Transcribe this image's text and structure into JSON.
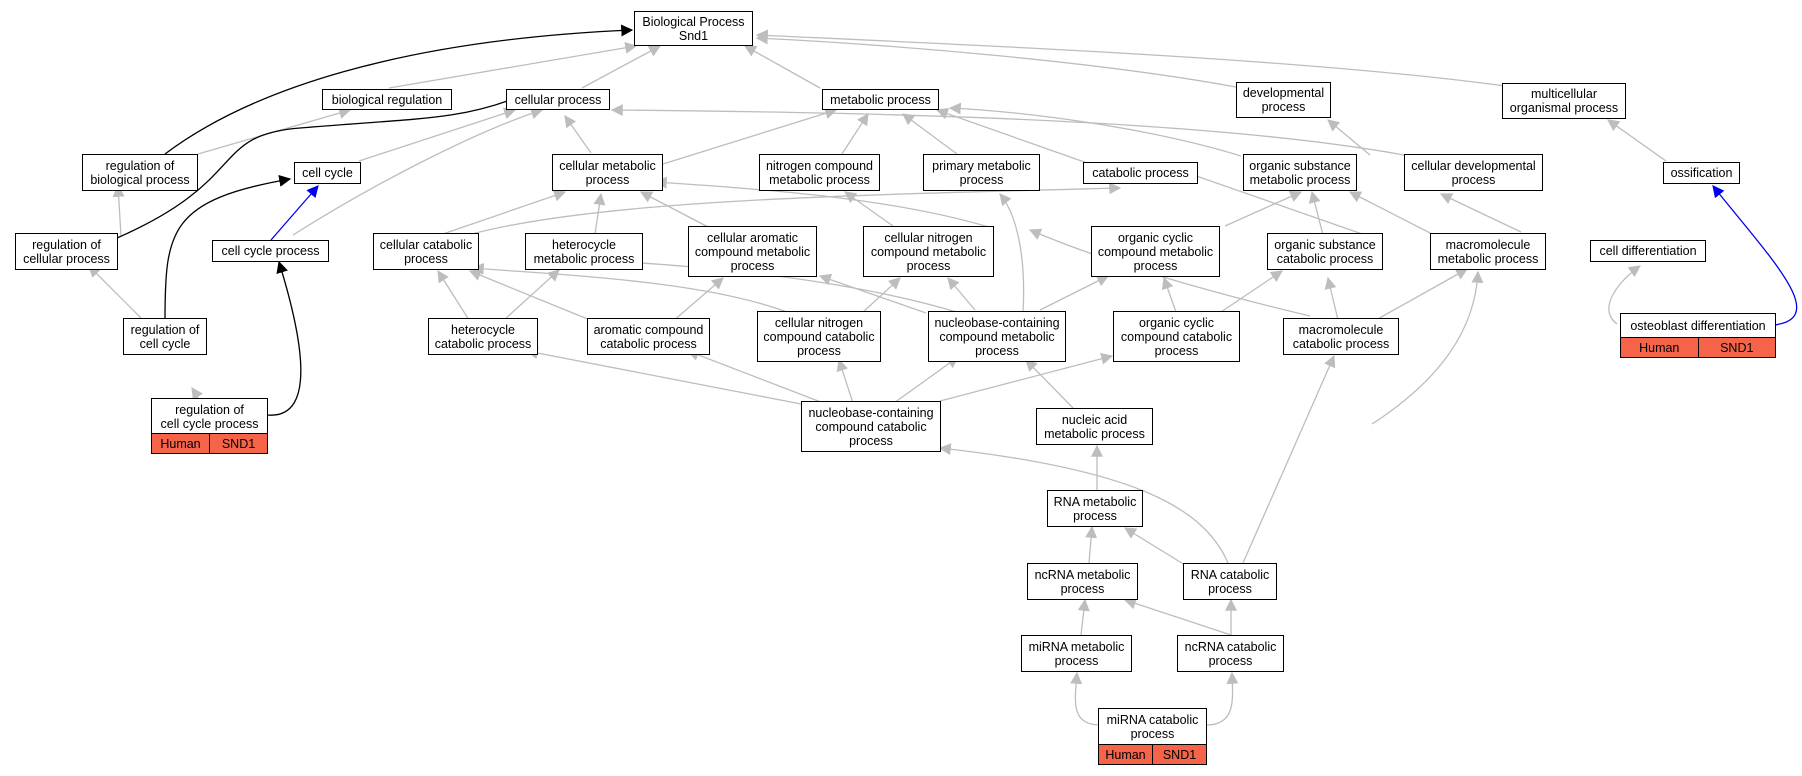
{
  "colors": {
    "edge": "#bdbdbd",
    "edge_dark": "#000000",
    "edge_blue": "#0000ee",
    "tag_fill": "#f56449"
  },
  "nodes": {
    "root": "Biological Process\nSnd1",
    "biological_regulation": "biological regulation",
    "cellular_process": "cellular process",
    "metabolic_process": "metabolic process",
    "developmental_process": "developmental\nprocess",
    "multicellular_organismal_process": "multicellular\norganismal process",
    "regulation_of_biological_process": "regulation of\nbiological process",
    "cell_cycle": "cell cycle",
    "cellular_metabolic_process": "cellular metabolic\nprocess",
    "nitrogen_compound_metabolic_process": "nitrogen compound\nmetabolic process",
    "primary_metabolic_process": "primary metabolic\nprocess",
    "catabolic_process": "catabolic process",
    "organic_substance_metabolic_process": "organic substance\nmetabolic process",
    "cellular_developmental_process": "cellular developmental\nprocess",
    "ossification": "ossification",
    "regulation_of_cellular_process": "regulation of\ncellular process",
    "cell_cycle_process": "cell cycle process",
    "cellular_catabolic_process": "cellular catabolic\nprocess",
    "heterocycle_metabolic_process": "heterocycle\nmetabolic process",
    "cellular_aromatic_compound_metabolic_process": "cellular aromatic\ncompound metabolic\nprocess",
    "cellular_nitrogen_compound_metabolic_process": "cellular nitrogen\ncompound metabolic\nprocess",
    "organic_cyclic_compound_metabolic_process": "organic cyclic\ncompound metabolic\nprocess",
    "organic_substance_catabolic_process": "organic substance\ncatabolic process",
    "macromolecule_metabolic_process": "macromolecule\nmetabolic process",
    "cell_differentiation": "cell differentiation",
    "regulation_of_cell_cycle": "regulation of\ncell cycle",
    "heterocycle_catabolic_process": "heterocycle\ncatabolic process",
    "aromatic_compound_catabolic_process": "aromatic compound\ncatabolic process",
    "cellular_nitrogen_compound_catabolic_process": "cellular nitrogen\ncompound catabolic\nprocess",
    "nucleobase_containing_compound_metabolic_process": "nucleobase-containing\ncompound metabolic\nprocess",
    "organic_cyclic_compound_catabolic_process": "organic cyclic\ncompound catabolic\nprocess",
    "macromolecule_catabolic_process": "macromolecule\ncatabolic process",
    "osteoblast_differentiation": "osteoblast differentiation",
    "regulation_of_cell_cycle_process": "regulation of\ncell cycle process",
    "nucleobase_containing_compound_catabolic_process": "nucleobase-containing\ncompound catabolic\nprocess",
    "nucleic_acid_metabolic_process": "nucleic acid\nmetabolic process",
    "rna_metabolic_process": "RNA metabolic\nprocess",
    "ncrna_metabolic_process": "ncRNA metabolic\nprocess",
    "rna_catabolic_process": "RNA catabolic\nprocess",
    "mirna_metabolic_process": "miRNA metabolic\nprocess",
    "ncrna_catabolic_process": "ncRNA catabolic\nprocess",
    "mirna_catabolic_process": "miRNA catabolic\nprocess"
  },
  "annotations": {
    "osteoblast_differentiation": {
      "species": "Human",
      "gene": "SND1"
    },
    "regulation_of_cell_cycle_process": {
      "species": "Human",
      "gene": "SND1"
    },
    "mirna_catabolic_process": {
      "species": "Human",
      "gene": "SND1"
    }
  }
}
